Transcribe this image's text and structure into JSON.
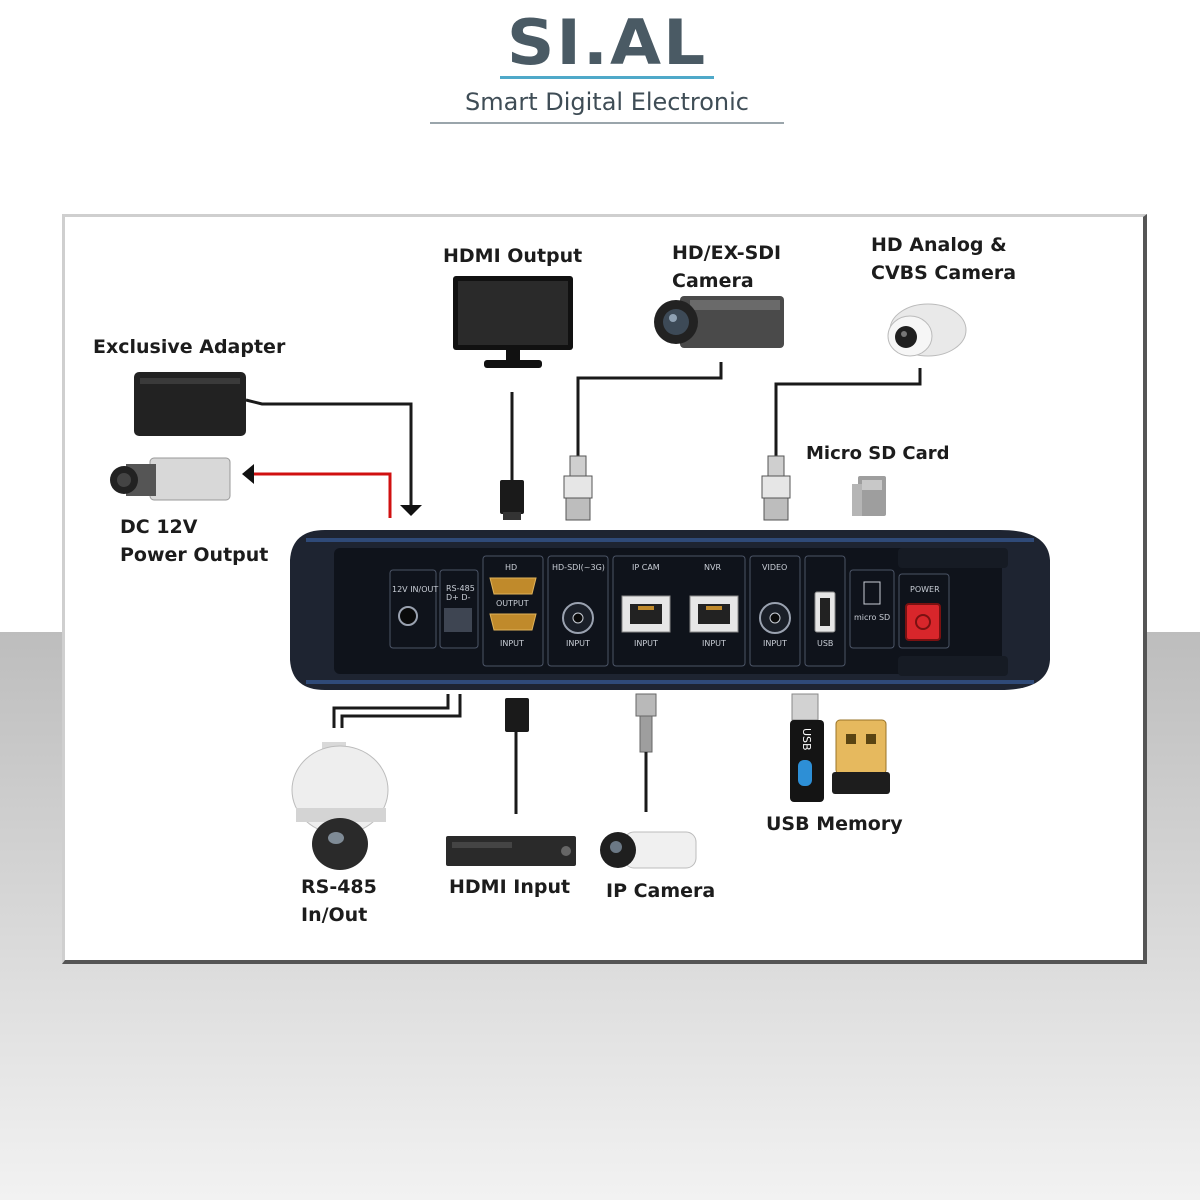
{
  "brand": {
    "name": "SI.AL",
    "tagline": "Smart Digital Electronic"
  },
  "labels": {
    "hdmi_output": "HDMI Output",
    "sdi_camera": "HD/EX-SDI\nCamera",
    "analog_camera": "HD  Analog  &\nCVBS Camera",
    "exclusive_adapter": "Exclusive Adapter",
    "dc_power": "DC 12V\nPower Output",
    "micro_sd": "Micro SD Card",
    "rs485": "RS-485\nIn/Out",
    "hdmi_input": "HDMI Input",
    "ip_camera": "IP Camera",
    "usb_memory": "USB Memory"
  },
  "panel_ports": {
    "power12v": "12V IN/OUT",
    "rs485": "RS-485",
    "rs485_pins": "D+  D-",
    "hd": "HD",
    "hd_output": "OUTPUT",
    "hd_input": "INPUT",
    "hdsdi": "HD-SDI(~3G)",
    "hdsdi_input": "INPUT",
    "ipcam": "IP CAM",
    "ipcam_input": "INPUT",
    "nvr": "NVR",
    "nvr_input": "INPUT",
    "video": "VIDEO",
    "video_input": "INPUT",
    "usb": "USB",
    "microsd": "micro SD",
    "power": "POWER",
    "usb_stick_text": "USB"
  },
  "colors": {
    "brand_gray": "#4a5a64",
    "brand_accent": "#4fa9c9",
    "device_body": "#1e2431",
    "device_trim": "#2f4a78",
    "cable": "#1a1a1a",
    "power_cable": "#d01010",
    "power_button": "#d8262b",
    "usb_accent": "#2d8fd6"
  }
}
